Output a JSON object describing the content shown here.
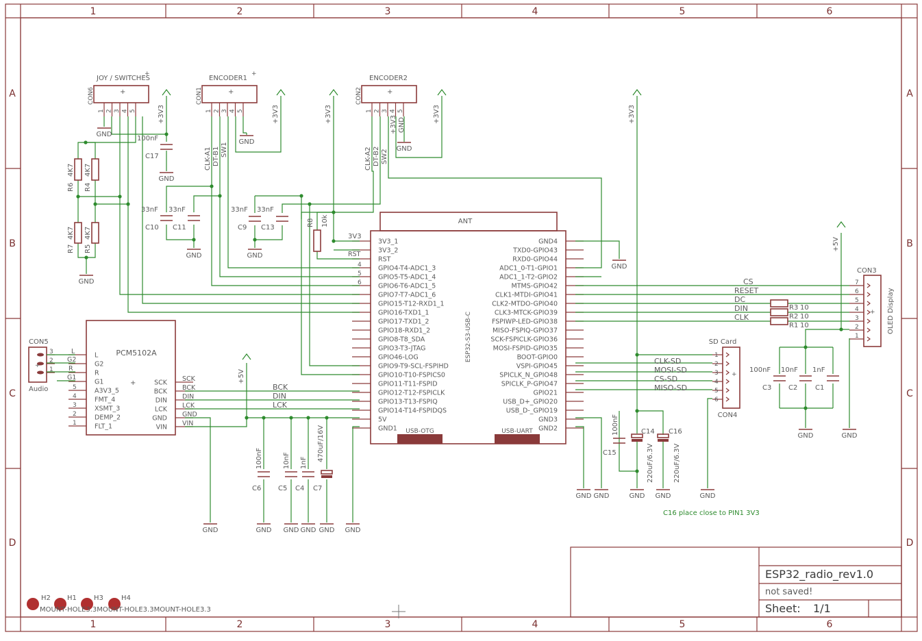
{
  "frame": {
    "columns": [
      "1",
      "2",
      "3",
      "4",
      "5",
      "6"
    ],
    "rows": [
      "A",
      "B",
      "C",
      "D"
    ]
  },
  "title_block": {
    "title": "ESP32_radio_rev1.0",
    "status": "not saved!",
    "sheet_label": "Sheet:",
    "sheet_value": "1/1"
  },
  "note": "C16 place close to PIN1 3V3",
  "connectors": {
    "con6": {
      "ref": "CON6",
      "value": "JOY / SWITCHES",
      "pins": [
        "1",
        "2",
        "3",
        "4",
        "5"
      ]
    },
    "con1": {
      "ref": "CON1",
      "value": "ENCODER1",
      "pins": [
        "1",
        "2",
        "3",
        "4",
        "5"
      ]
    },
    "con2": {
      "ref": "CON2",
      "value": "ENCODER2",
      "pins": [
        "1",
        "2",
        "3",
        "4",
        "5"
      ]
    },
    "con3": {
      "ref": "CON3",
      "value": "OLED Display",
      "pins": [
        "7",
        "6",
        "5",
        "4",
        "3",
        "2",
        "1"
      ]
    },
    "con4": {
      "ref": "CON4",
      "value": "SD Card",
      "pins": [
        "1",
        "2",
        "3",
        "4",
        "5",
        "6"
      ]
    },
    "con5": {
      "ref": "CON5",
      "value": "Audio",
      "pins": [
        "3",
        "2",
        "1"
      ],
      "pin_names": [
        "L",
        "G2",
        "R"
      ]
    }
  },
  "esp32": {
    "ref": "ESP32-S3-USB-C",
    "antenna": "ANT",
    "usb_otg": "USB-OTG",
    "usb_uart": "USB-UART",
    "left_pins": [
      {
        "num": "",
        "name": "3V3_1"
      },
      {
        "num": "",
        "name": "3V3_2"
      },
      {
        "num": "",
        "name": "RST"
      },
      {
        "num": "4",
        "name": "GPIO4-T4-ADC1_3"
      },
      {
        "num": "5",
        "name": "GPIO5-T5-ADC1_4"
      },
      {
        "num": "6",
        "name": "GPIO6-T6-ADC1_5"
      },
      {
        "num": "",
        "name": "GPIO7-T7-ADC1_6"
      },
      {
        "num": "",
        "name": "GPIO15-T12-RXD1_1"
      },
      {
        "num": "",
        "name": "GPIO16-TXD1_1"
      },
      {
        "num": "",
        "name": "GPIO17-TXD1_2"
      },
      {
        "num": "",
        "name": "GPIO18-RXD1_2"
      },
      {
        "num": "",
        "name": "GPIO8-T8_SDA"
      },
      {
        "num": "",
        "name": "GPIO3-T3-JTAG"
      },
      {
        "num": "",
        "name": "GPIO46-LOG"
      },
      {
        "num": "",
        "name": "GPIO9-T9-SCL-FSPIHD"
      },
      {
        "num": "",
        "name": "GPIO10-T10-FSPICS0"
      },
      {
        "num": "",
        "name": "GPIO11-T11-FSPID"
      },
      {
        "num": "",
        "name": "GPIO12-T12-FSPICLK"
      },
      {
        "num": "",
        "name": "GPIO13-T13-FSPIQ"
      },
      {
        "num": "",
        "name": "GPIO14-T14-FSPIDQS"
      },
      {
        "num": "",
        "name": "5V"
      },
      {
        "num": "",
        "name": "GND1"
      }
    ],
    "right_pins": [
      "GND4",
      "TXD0-GPIO43",
      "RXD0-GPIO44",
      "ADC1_0-T1-GPIO1",
      "ADC1_1-T2-GPIO2",
      "MTMS-GPIO42",
      "CLK1-MTDI-GPIO41",
      "CLK2-MTDO-GPIO40",
      "CLK3-MTCK-GPIO39",
      "FSPIWP-LED-GPIO38",
      "MISO-FSPIQ-GPIO37",
      "SCK-FSPICLK-GPIO36",
      "MOSI-FSPID-GPIO35",
      "BOOT-GPIO0",
      "VSPI-GPIO45",
      "SPICLK_N_GPIO48",
      "SPICLK_P-GPIO47",
      "GPIO21",
      "USB_D+_GPIO20",
      "USB_D-_GPIO19",
      "GND3",
      "GND2"
    ]
  },
  "pcm": {
    "ref": "PCM5102A",
    "left_pins": [
      {
        "num": "",
        "name": "L"
      },
      {
        "num": "",
        "name": "G2"
      },
      {
        "num": "",
        "name": "R"
      },
      {
        "num": "",
        "name": "G1"
      },
      {
        "num": "5",
        "name": "A3V3_5"
      },
      {
        "num": "4",
        "name": "FMT_4"
      },
      {
        "num": "3",
        "name": "XSMT_3"
      },
      {
        "num": "2",
        "name": "DEMP_2"
      },
      {
        "num": "1",
        "name": "FLT_1"
      }
    ],
    "right_pins": [
      "SCK",
      "BCK",
      "DIN",
      "LCK",
      "GND",
      "VIN"
    ]
  },
  "nets": {
    "clk_a1": "CLK-A1",
    "dt_b1": "DT-B1",
    "sw1": "SW1",
    "clk_a2": "CLK-A2",
    "dt_b2": "DT-B2",
    "sw2": "SW2",
    "cs": "CS",
    "reset": "RESET",
    "dc": "DC",
    "din": "DIN",
    "clk": "CLK",
    "clk_sd": "CLK-SD",
    "mosi_sd": "MOSI-SD",
    "cs_sd": "CS-SD",
    "miso_sd": "MISO-SD",
    "bck": "BCK",
    "din_a": "DIN",
    "lck": "LCK",
    "v3v3": "3V3",
    "rst": "RST",
    "g1": "G1",
    "r": "R",
    "g2": "G2",
    "l": "L"
  },
  "power": {
    "gnd": "GND",
    "p3v3": "+3V3",
    "p5v": "+5V",
    "s3v3": "+3V3",
    "sgnd": "GND"
  },
  "parts": {
    "r6": "R6",
    "r4": "R4",
    "r7": "R7",
    "r5": "R5",
    "r8": "R8",
    "r4k7": "4K7",
    "r10k": "10k",
    "r1": "R1",
    "r2": "R2",
    "r3": "R3",
    "r10": "10",
    "c17": "C17",
    "c17v": "100nF",
    "c10": "C10",
    "c11": "C11",
    "c9": "C9",
    "c13": "C13",
    "c33": "33nF",
    "c6": "C6",
    "c6v": "100nF",
    "c5": "C5",
    "c5v": "10nF",
    "c4": "C4",
    "c4v": "1nF",
    "c7": "C7",
    "c7v": "470uF/16V",
    "c15": "C15",
    "c15v": "100nF",
    "c14": "C14",
    "c16": "C16",
    "c220": "220uF/6.3V",
    "c3": "C3",
    "c3v": "100nF",
    "c2": "C2",
    "c2v": "10nF",
    "c1": "C1",
    "c1v": "1nF"
  },
  "holes": {
    "h2": "H2",
    "h1": "H1",
    "h3": "H3",
    "h4": "H4",
    "overlap": "MOUNT-HOLE3.3MOUNT-HOLE3.3MOUNT-HOLE3.3"
  }
}
